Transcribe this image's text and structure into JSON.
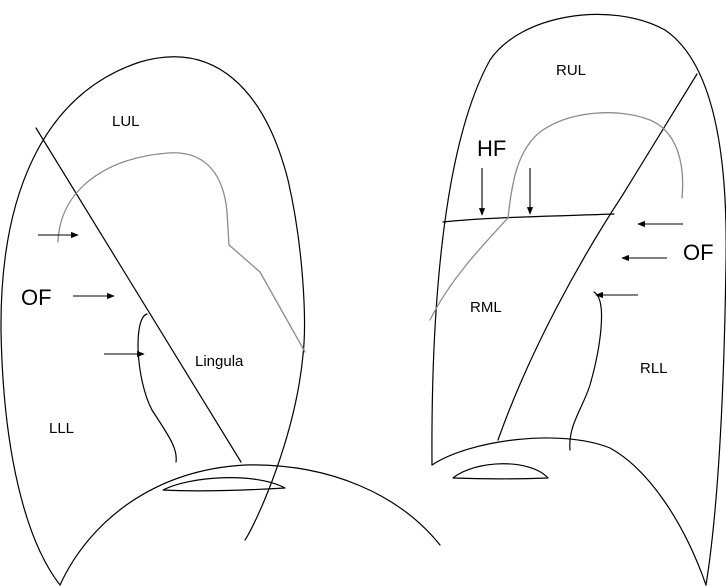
{
  "left_lung": {
    "labels": {
      "upper_lobe": "LUL",
      "lower_lobe": "LLL",
      "lingula": "Lingula",
      "oblique_fissure": "OF"
    }
  },
  "right_lung": {
    "labels": {
      "upper_lobe": "RUL",
      "middle_lobe": "RML",
      "lower_lobe": "RLL",
      "horizontal_fissure": "HF",
      "oblique_fissure": "OF"
    }
  },
  "colors": {
    "outline": "#000000",
    "hilum_contour": "#8c8c8c",
    "background": "#ffffff"
  }
}
